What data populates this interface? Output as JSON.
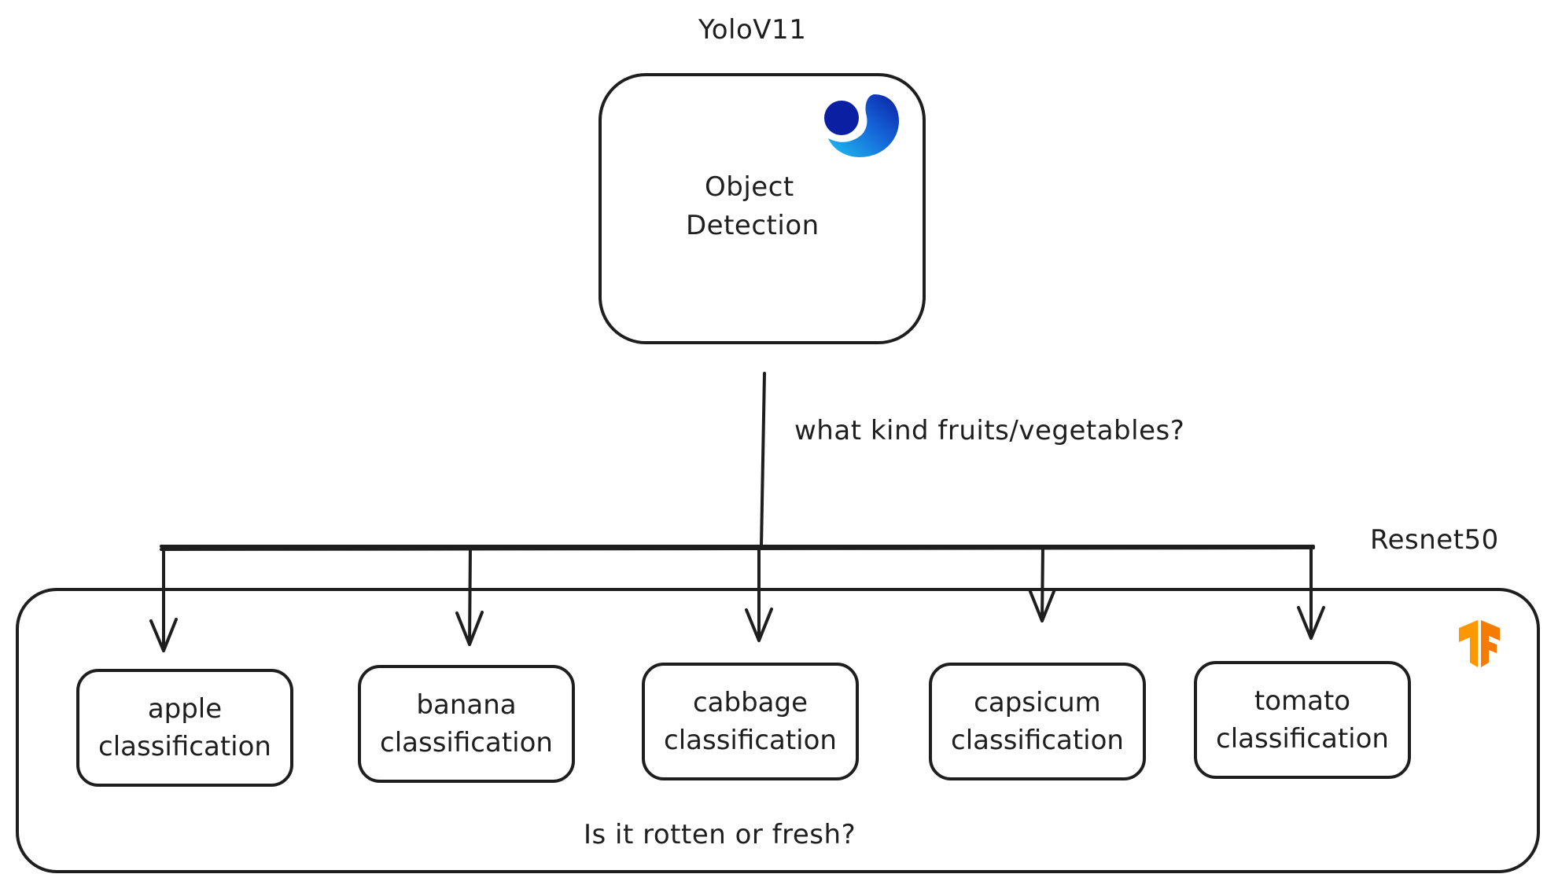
{
  "top_model": {
    "title": "YoloV11",
    "task_line1": "Object",
    "task_line2": "Detection",
    "logo_icon": "ultralytics-logo-icon"
  },
  "connector_label": "what kind fruits/vegetables?",
  "bottom_group": {
    "title": "Resnet50",
    "logo_icon": "tensorflow-logo-icon",
    "question": "Is it rotten or fresh?",
    "classifiers": [
      {
        "line1": "apple",
        "line2": "classification"
      },
      {
        "line1": "banana",
        "line2": "classification"
      },
      {
        "line1": "cabbage",
        "line2": "classification"
      },
      {
        "line1": "capsicum",
        "line2": "classification"
      },
      {
        "line1": "tomato",
        "line2": "classification"
      }
    ]
  },
  "colors": {
    "stroke": "#1e1e1e",
    "logo_blue_dark": "#0b1fa3",
    "logo_blue_light": "#1fc0f0",
    "tensorflow_orange": "#ff9800"
  }
}
